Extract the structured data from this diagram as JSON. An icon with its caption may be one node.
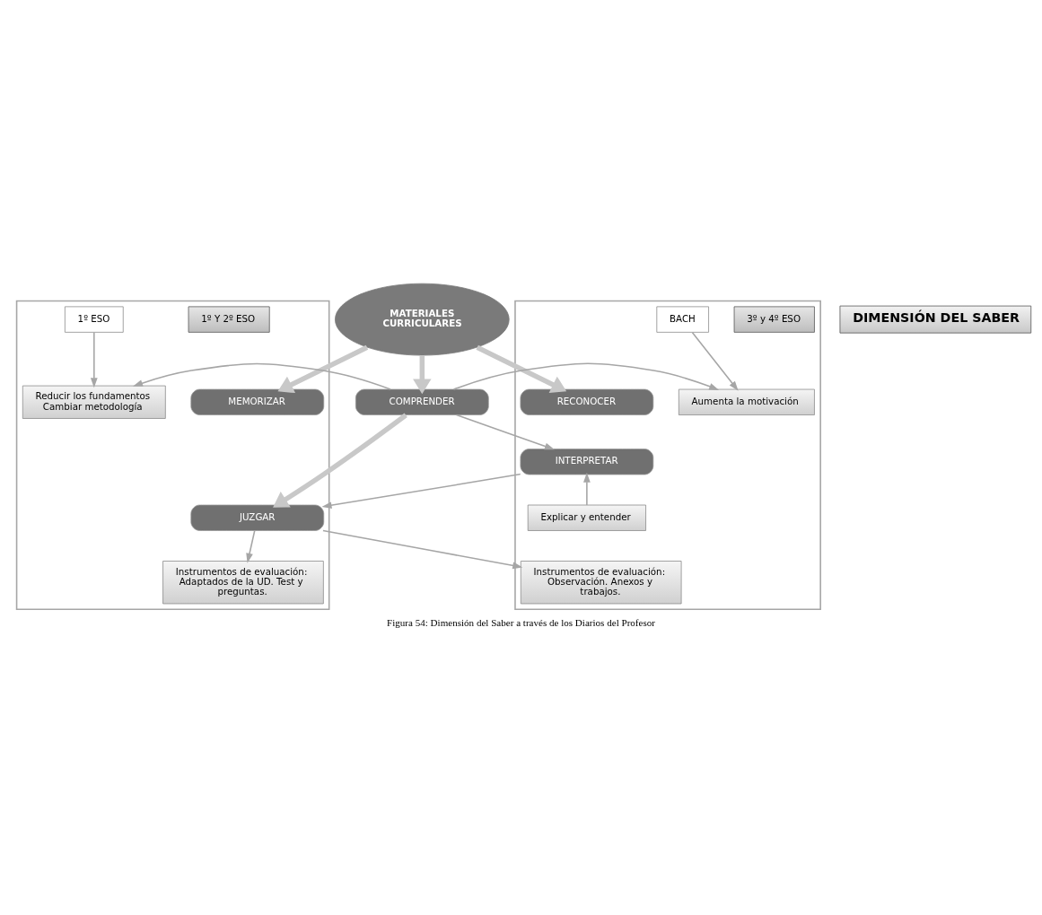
{
  "diagram": {
    "caption": "Figura 54: Dimensión del Saber a través de los Diarios del Profesor",
    "nodes": [
      {
        "text": [],
        "shape": "box"
      },
      {
        "text": [
          "1º Y 2º ESO"
        ],
        "in": 0
      },
      {
        "text": [
          "MEMORIZAR"
        ],
        "in": 0
      },
      {
        "text": [
          "1º ESO"
        ],
        "in": 0
      },
      {
        "text": [
          "Reducir los fundamentos Cambiar metodología"
        ],
        "in": 0
      },
      {
        "text": [
          "Instrumentos de evaluación: Adaptados de la UD. Test y preguntas."
        ],
        "in": 0
      },
      {
        "text": [],
        "shape": "box"
      },
      {
        "text": [
          "3º y 4º ESO"
        ],
        "in": 6
      },
      {
        "text": [
          "RECONOCER"
        ],
        "in": 6
      },
      {
        "text": [
          "BACH"
        ],
        "in": 6
      },
      {
        "text": [
          "Aumenta la motivación"
        ],
        "in": 6
      },
      {
        "text": [
          "INTERPRETAR"
        ],
        "in": 6
      },
      {
        "text": [
          "Explicar y entender"
        ],
        "in": 6
      },
      {
        "text": [
          "Instrumentos de evaluación: Observación. Anexos y trabajos."
        ],
        "in": 6
      },
      {
        "text": [
          "DIMENSIÓN DEL SABER"
        ]
      },
      {
        "text": [
          "MATERIALES CURRICULARES"
        ]
      },
      {
        "text": [
          "COMPRENDER"
        ]
      },
      {
        "text": [
          "JUZGAR"
        ],
        "in": 0
      }
    ],
    "edges": [
      {
        "from": 15,
        "to": 2,
        "arrow": "to",
        "style": "thick"
      },
      {
        "from": 15,
        "to": 8,
        "arrow": "to",
        "style": "thick"
      },
      {
        "from": 15,
        "to": 16,
        "arrow": "to",
        "style": "thick"
      },
      {
        "from": 3,
        "to": 4,
        "arrow": "to"
      },
      {
        "from": 9,
        "to": 10,
        "arrow": "to"
      },
      {
        "from": 16,
        "to": 4,
        "arrow": "to"
      },
      {
        "from": 16,
        "to": 10,
        "arrow": "to"
      },
      {
        "from": 16,
        "to": 11,
        "arrow": "to"
      },
      {
        "from": 16,
        "to": 17,
        "arrow": "to",
        "style": "thick"
      },
      {
        "from": 11,
        "to": 17,
        "arrow": "to"
      },
      {
        "from": 12,
        "to": 11,
        "arrow": "to"
      },
      {
        "from": 17,
        "to": 5,
        "arrow": "to"
      },
      {
        "from": 17,
        "to": 13,
        "arrow": "to"
      }
    ]
  }
}
